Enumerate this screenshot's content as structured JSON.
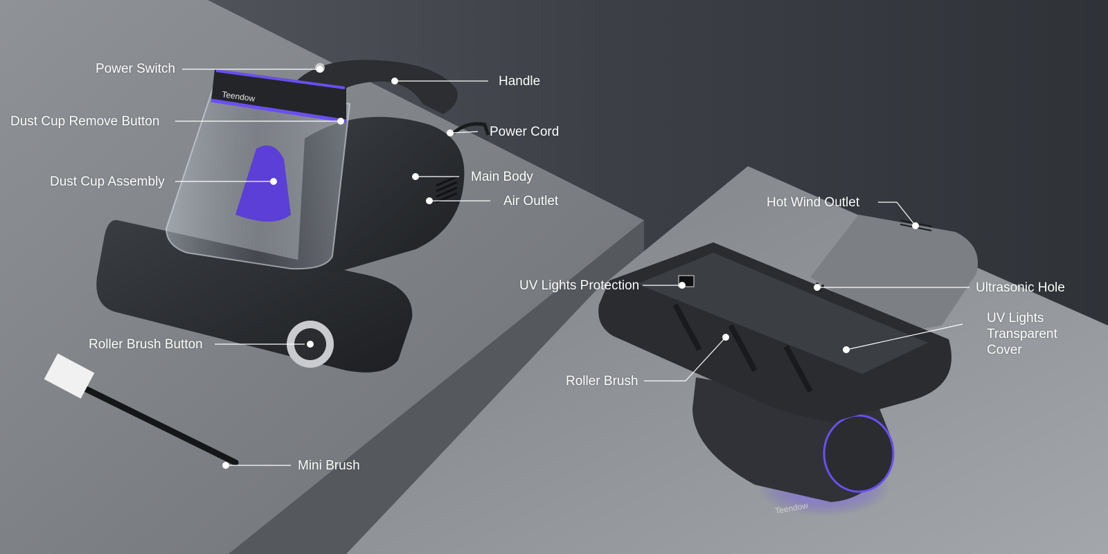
{
  "product": {
    "brand_on_cup": "Teendow",
    "brand_on_head": "Teendow"
  },
  "labels": {
    "power_switch": "Power Switch",
    "handle": "Handle",
    "dust_cup_remove_button": "Dust Cup Remove Button",
    "power_cord": "Power Cord",
    "dust_cup_assembly": "Dust Cup Assembly",
    "main_body": "Main Body",
    "air_outlet": "Air Outlet",
    "roller_brush_button": "Roller Brush Button",
    "mini_brush": "Mini Brush",
    "hot_wind_outlet": "Hot Wind Outlet",
    "uv_lights_protection": "UV Lights Protection",
    "ultrasonic_hole": "Ultrasonic Hole",
    "uv_lights_transparent_cover": [
      "UV Lights",
      "Transparent",
      "Cover"
    ],
    "roller_brush": "Roller Brush"
  },
  "colors": {
    "background": "#45494f",
    "platform_top": "#8c8f93",
    "accent_uv": "#6a4ff0",
    "device_body": "#2a2c30",
    "label_text": "#ffffff",
    "leader_line": "#ffffff"
  }
}
